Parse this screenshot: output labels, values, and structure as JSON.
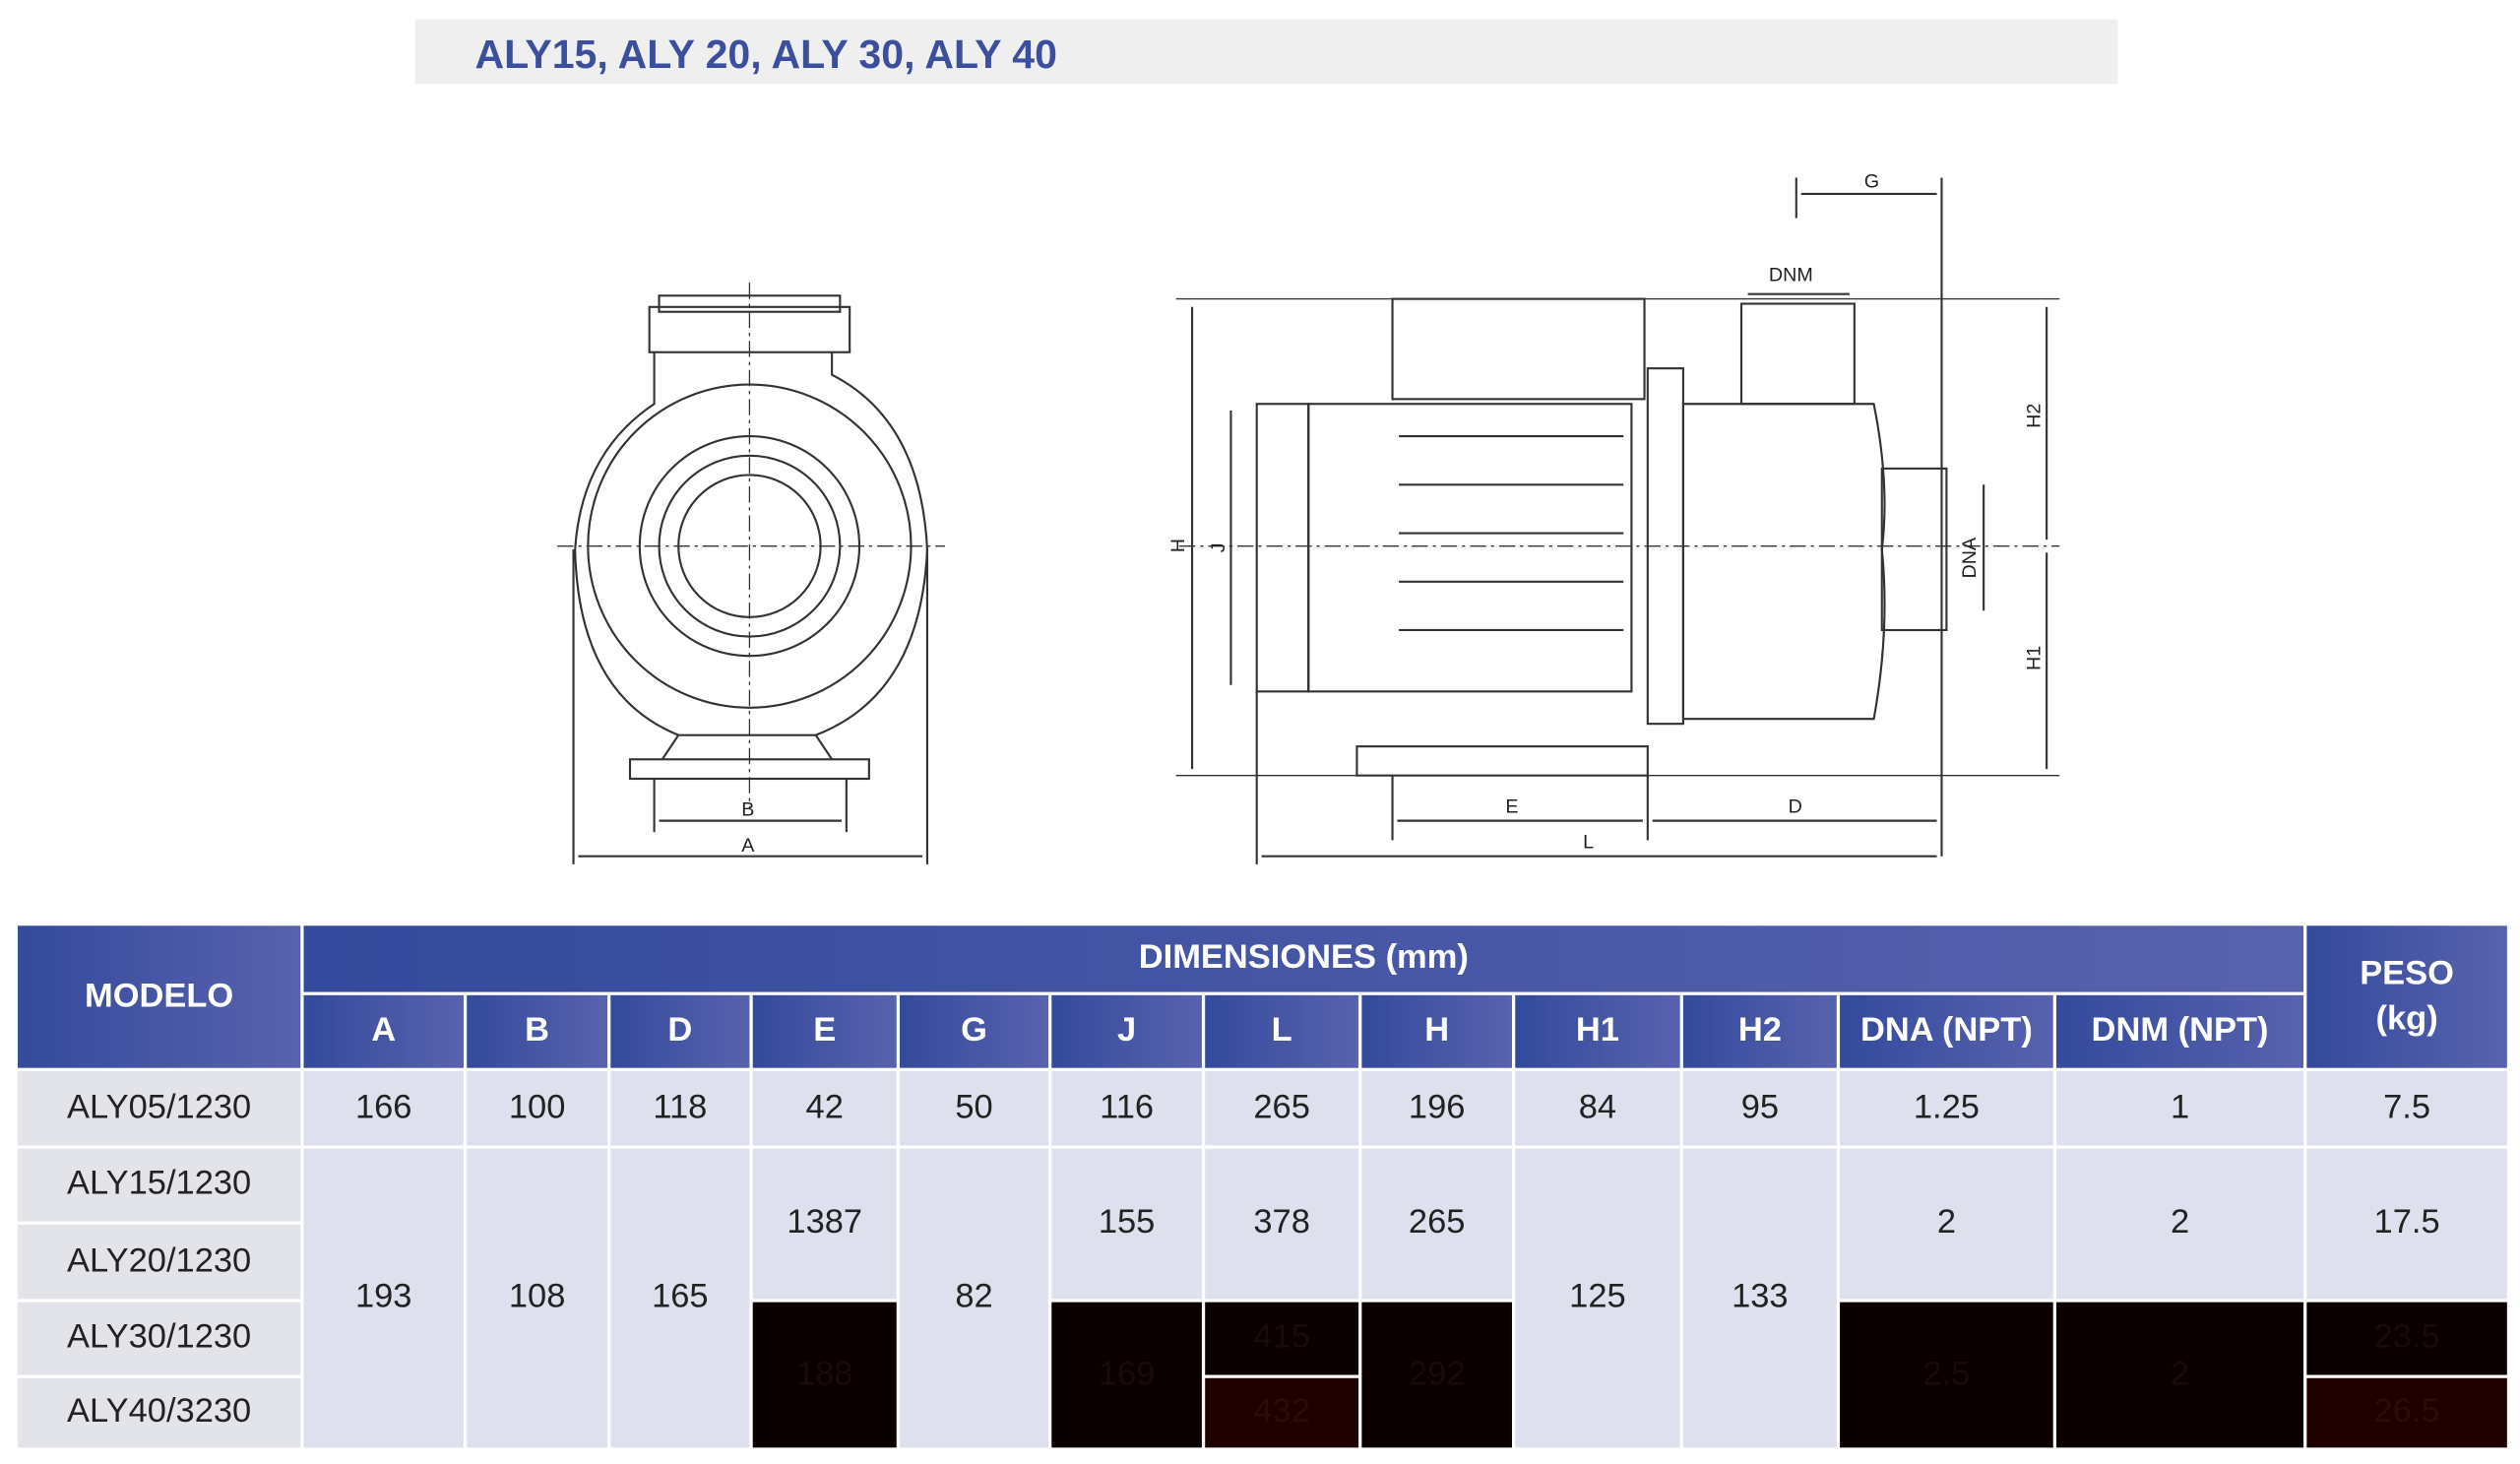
{
  "title": "ALY15, ALY 20, ALY 30, ALY 40",
  "drawing_labels": {
    "A": "A",
    "B": "B",
    "G": "G",
    "DNM": "DNM",
    "H2": "H2",
    "DNA": "DNA",
    "H1": "H1",
    "H": "H",
    "J": "J",
    "E": "E",
    "D": "D",
    "L": "L"
  },
  "table": {
    "model_header": "MODELO",
    "group_header": "DIMENSIONES (mm)",
    "weight_header": [
      "PESO",
      "(kg)"
    ],
    "columns": [
      "A",
      "B",
      "D",
      "E",
      "G",
      "J",
      "L",
      "H",
      "H1",
      "H2",
      "DNA (NPT)",
      "DNM (NPT)"
    ],
    "models": [
      "ALY05/1230",
      "ALY15/1230",
      "ALY20/1230",
      "ALY30/1230",
      "ALY40/3230"
    ],
    "row1": {
      "A": "166",
      "B": "100",
      "D": "118",
      "E": "42",
      "G": "50",
      "J": "116",
      "L": "265",
      "H": "196",
      "H1": "84",
      "H2": "95",
      "DNA": "1.25",
      "DNM": "1",
      "PESO": "7.5"
    },
    "group": {
      "A": "193",
      "B": "108",
      "D": "165",
      "G": "82",
      "H1": "125",
      "H2": "133"
    },
    "mid": {
      "E": "1387",
      "J": "155",
      "L": "378",
      "H": "265",
      "DNA": "2",
      "DNM": "2",
      "PESO": "17.5"
    },
    "low": {
      "E": "188",
      "J": "169",
      "L30": "415",
      "L40": "432",
      "H": "292",
      "DNA": "2.5",
      "DNM": "2",
      "PESO30": "23.5",
      "PESO40": "26.5"
    }
  }
}
